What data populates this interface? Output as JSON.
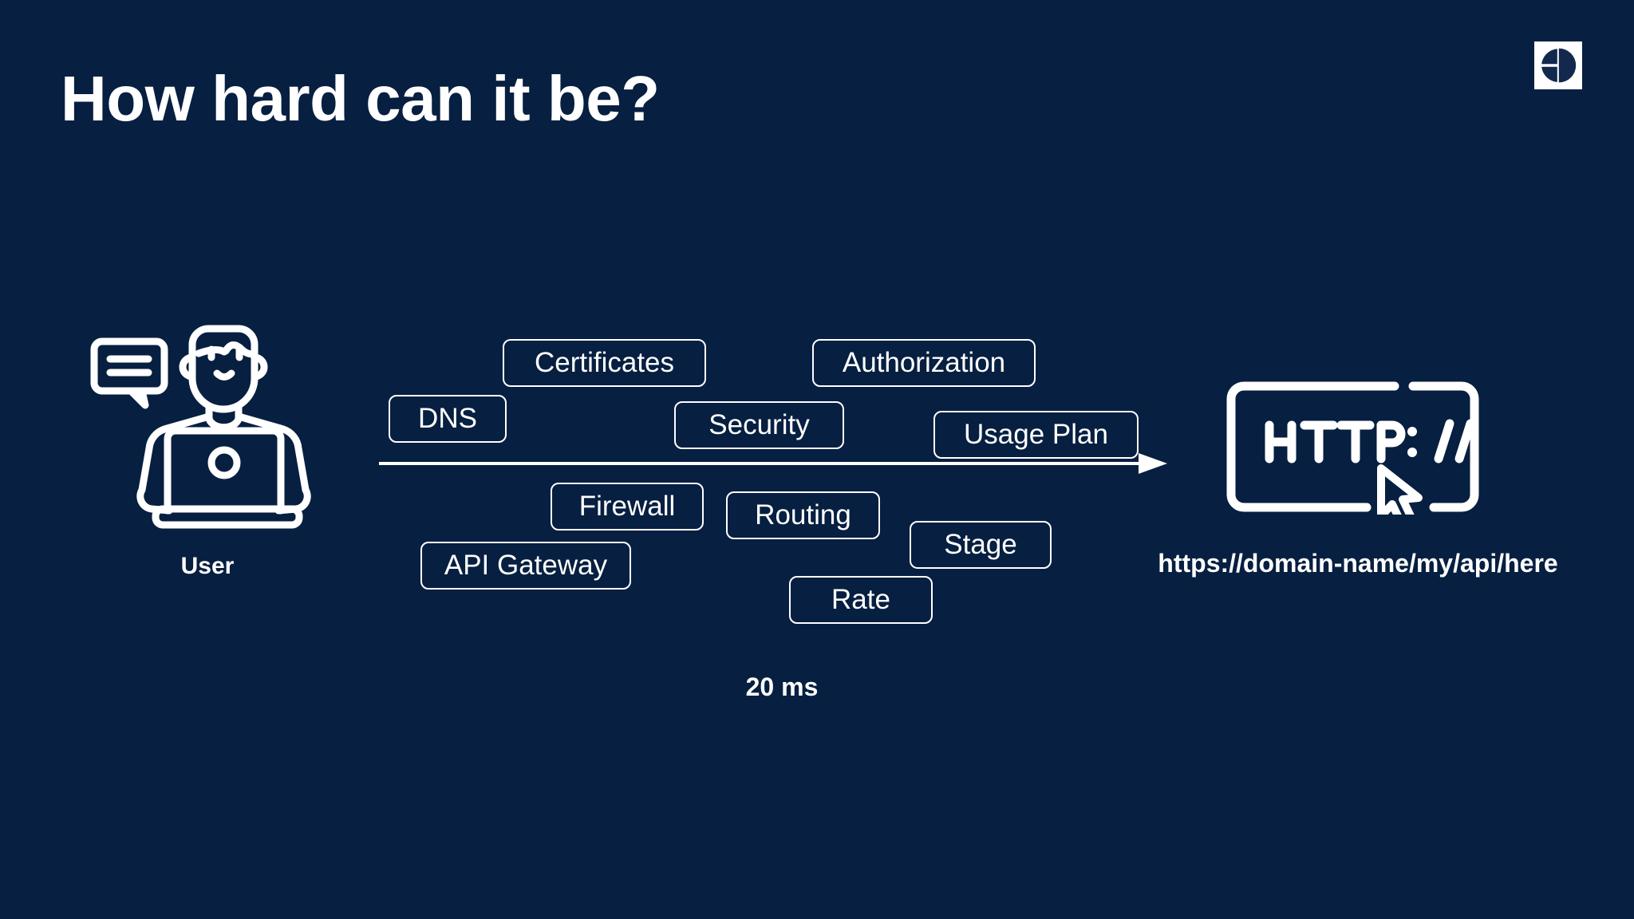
{
  "slide": {
    "title": "How hard can it be?",
    "background_color": "#071f40",
    "foreground_color": "#ffffff"
  },
  "brand": {
    "name": "electrolux-logo"
  },
  "actor": {
    "icon": "person-at-laptop-icon",
    "label": "User"
  },
  "flow": {
    "arrow_icon": "right-arrow",
    "latency_label": "20 ms",
    "boxes": [
      {
        "id": "dns",
        "label": "DNS"
      },
      {
        "id": "certs",
        "label": "Certificates"
      },
      {
        "id": "authz",
        "label": "Authorization"
      },
      {
        "id": "security",
        "label": "Security"
      },
      {
        "id": "usage-plan",
        "label": "Usage Plan"
      },
      {
        "id": "firewall",
        "label": "Firewall"
      },
      {
        "id": "routing",
        "label": "Routing"
      },
      {
        "id": "stage",
        "label": "Stage"
      },
      {
        "id": "api-gateway",
        "label": "API Gateway"
      },
      {
        "id": "rate",
        "label": "Rate"
      }
    ]
  },
  "endpoint": {
    "icon": "http-browser-bar-icon",
    "protocol_text": "HTTP://",
    "url": "https://domain-name/my/api/here"
  }
}
